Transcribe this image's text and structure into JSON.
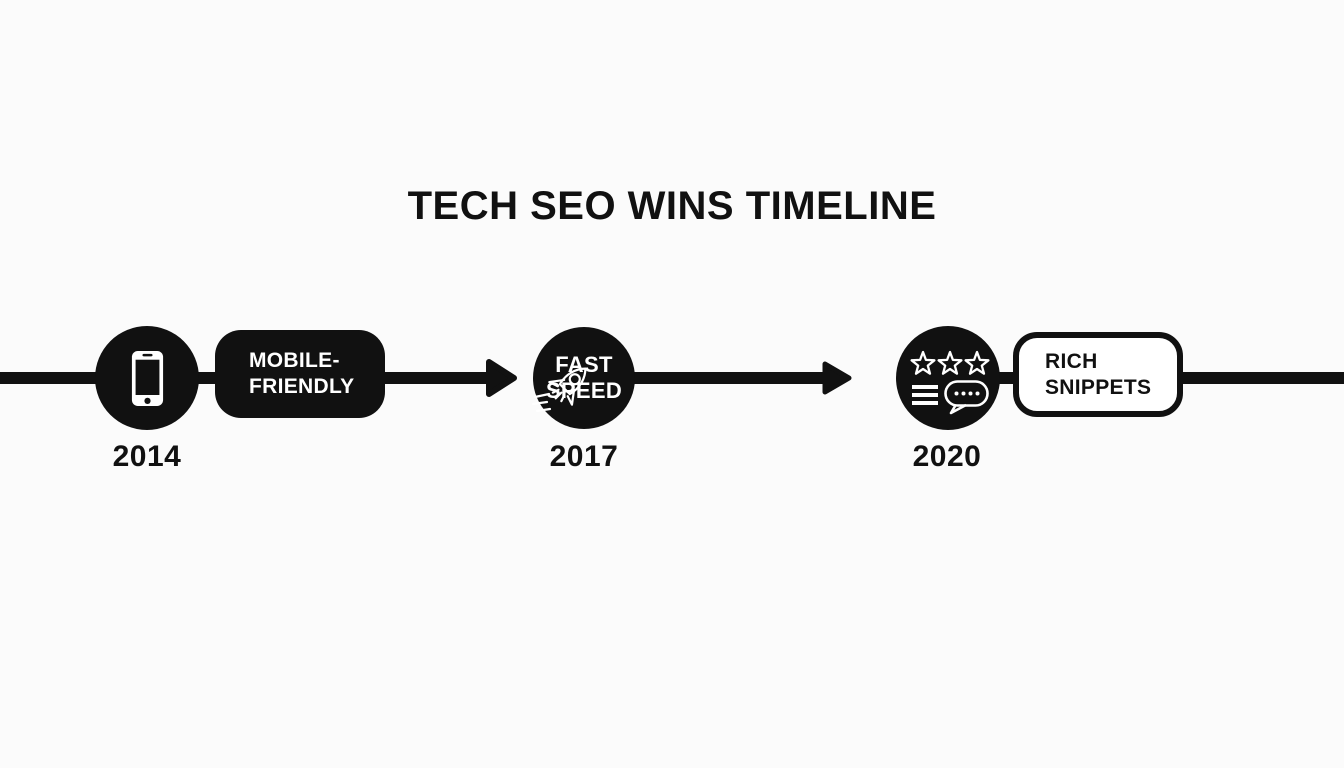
{
  "title": "TECH SEO WINS TIMELINE",
  "colors": {
    "ink": "#111111",
    "paper": "#fbfbfb",
    "white": "#ffffff"
  },
  "timeline": {
    "direction": "left-to-right",
    "arrow_icon": "arrow-right-icon"
  },
  "milestones": [
    {
      "year": "2014",
      "icon": "smartphone-icon",
      "label_line1": "MOBILE-",
      "label_line2": "FRIENDLY",
      "node_style": "black-circle-with-icon",
      "label_style": "black-rounded-box"
    },
    {
      "year": "2017",
      "icon": "rocket-icon",
      "label_line1": "FAST",
      "label_line2": "SPEED",
      "node_style": "black-circle-with-text",
      "label_style": "text-inside-circle"
    },
    {
      "year": "2020",
      "icon": "review-stars-snippet-icon",
      "label_line1": "RICH",
      "label_line2": "SNIPPETS",
      "node_style": "black-circle-with-icon",
      "label_style": "white-outlined-rounded-box"
    }
  ]
}
